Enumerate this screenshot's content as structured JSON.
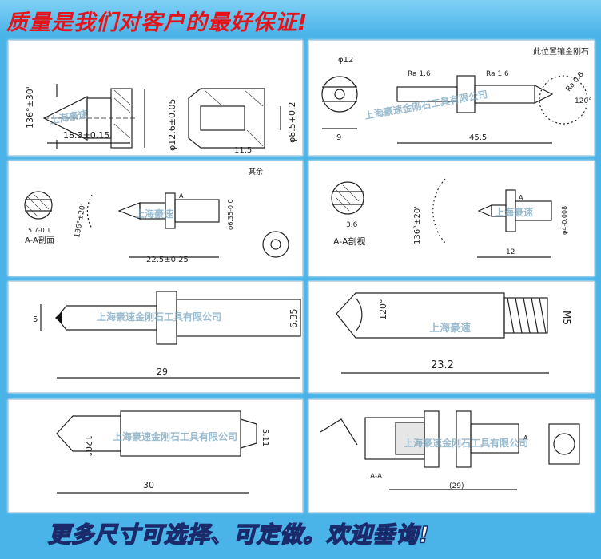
{
  "header": {
    "headline": "质量是我们对客户的最好保证!"
  },
  "footer": {
    "text": "更多尺寸可选择、可定做。欢迎垂询!"
  },
  "watermarks": {
    "company": "上海豪速金刚石工具有限公司",
    "short": "上海豪速"
  },
  "drawings": {
    "d1": {
      "angle": "136°±30'",
      "dia": "φ12.6±0.05",
      "length": "18.3±0.15",
      "cone_dia": "φ8.5+0.2",
      "cone_len": "11.5"
    },
    "d2": {
      "note": "此位置镶金刚石",
      "dia12": "φ12",
      "w9": "9",
      "ra1": "Ra 1.6",
      "ra2": "Ra 1.6",
      "len": "45.5",
      "angle": "120°",
      "ra3": "Ra 0.8"
    },
    "d3": {
      "surface": "其余",
      "angle": "136°±20'",
      "section": "A-A剖面",
      "sec_dim": "5.7-0.1",
      "len": "22.5±0.25",
      "dia": "φ6.35-0.0",
      "a": "A"
    },
    "d4": {
      "section": "A-A剖视",
      "w": "3.6",
      "angle": "136°±20'",
      "len": "12",
      "dia": "φ4-0.008",
      "a": "A"
    },
    "d5": {
      "h": "5",
      "dia": "6.35",
      "len": "29"
    },
    "d6": {
      "angle": "120°",
      "thread": "M5",
      "len": "23.2"
    },
    "d7": {
      "angle": "120°",
      "dia": "5.11",
      "len": "30"
    },
    "d8": {
      "len": "(29)",
      "a": "A",
      "sec": "A-A"
    }
  }
}
